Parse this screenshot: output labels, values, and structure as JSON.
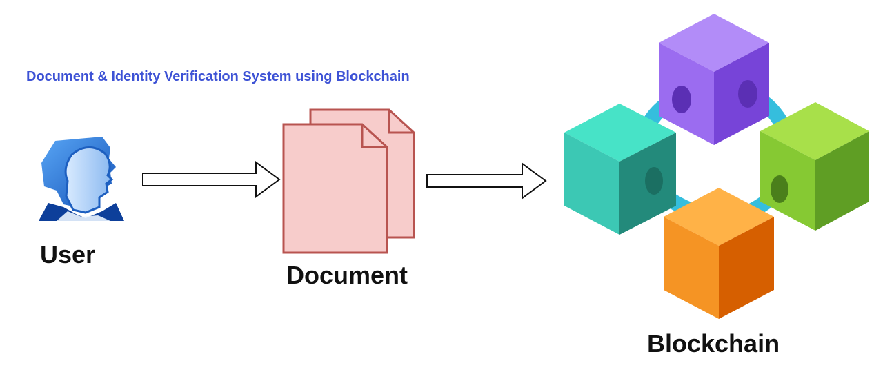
{
  "title": "Document & Identity Verification System using Blockchain",
  "nodes": {
    "user": {
      "label": "User",
      "icon": "users-icon"
    },
    "document": {
      "label": "Document",
      "icon": "documents-icon"
    },
    "blockchain": {
      "label": "Blockchain",
      "icon": "blockchain-cubes-icon"
    }
  },
  "flow": [
    "user",
    "document",
    "blockchain"
  ],
  "colors": {
    "title": "#3d52d5",
    "document_fill": "#f7cccb",
    "document_stroke": "#b85450",
    "link": "#35bedd",
    "cube_purple": "#9b6cf0",
    "cube_teal": "#3cc8b4",
    "cube_green": "#86c933",
    "cube_orange": "#f59424"
  }
}
